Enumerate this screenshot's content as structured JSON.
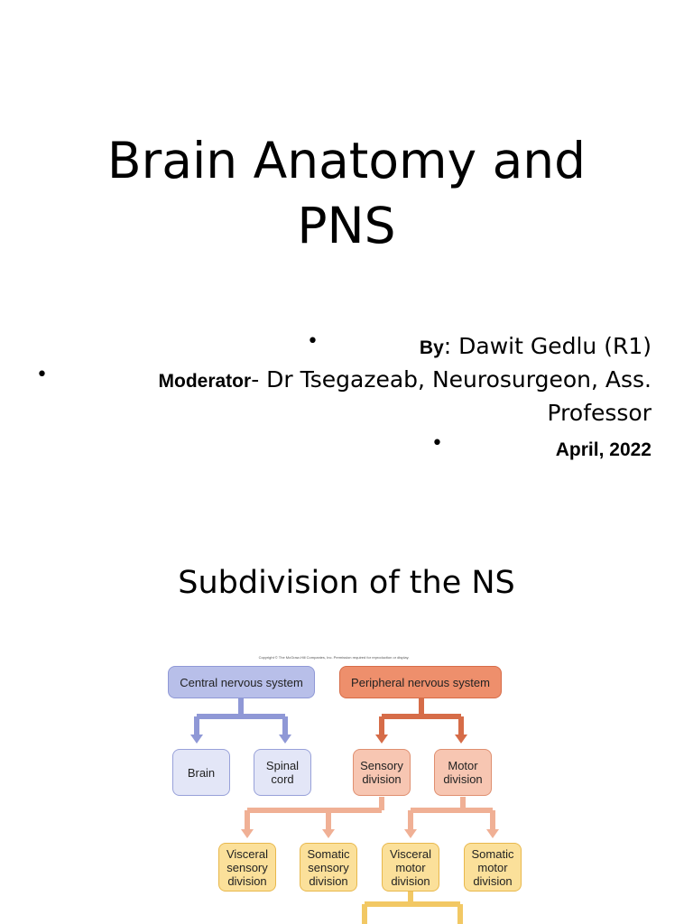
{
  "slide1": {
    "title_line1": "Brain Anatomy and",
    "title_line2": "PNS",
    "bullet_glyph": "•",
    "by_label": "By",
    "by_sep": ": ",
    "by_name": "Dawit Gedlu (R1)",
    "moderator_label": "Moderator",
    "moderator_text": "- Dr Tsegazeab, Neurosurgeon, Ass. Professor",
    "date": "April, 2022"
  },
  "slide2": {
    "title": "Subdivision of the NS",
    "copyright": "Copyright © The McGraw-Hill Companies, Inc. Permission required for reproduction or display.",
    "nodes": {
      "cns": "Central nervous system",
      "pns": "Peripheral nervous system",
      "brain": "Brain",
      "spinal_cord": "Spinal cord",
      "sensory_division": "Sensory division",
      "motor_division": "Motor division",
      "visceral_sensory": "Visceral sensory division",
      "somatic_sensory": "Somatic sensory division",
      "visceral_motor": "Visceral motor division",
      "somatic_motor": "Somatic motor division"
    }
  },
  "colors": {
    "cns": "#b8bfe9",
    "cns_light": "#e3e6f7",
    "pns": "#ee8f6c",
    "pns_light": "#f7c6b2",
    "yellow": "#fbe09a",
    "arrow_blue": "#8f98d6",
    "arrow_red": "#d66c48",
    "arrow_salmon": "#f0b095",
    "arrow_yellow": "#f2c864"
  }
}
